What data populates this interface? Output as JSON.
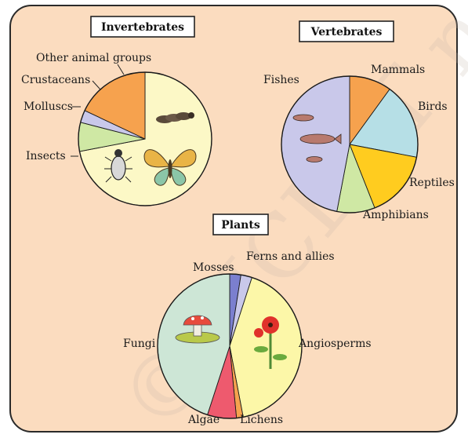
{
  "chart_data": [
    {
      "type": "pie",
      "title": "Invertebrates",
      "slices": [
        {
          "label": "Insects",
          "value": 72,
          "color": "#fcf8c6"
        },
        {
          "label": "Molluscs",
          "value": 7,
          "color": "#cfe8a4"
        },
        {
          "label": "Crustaceans",
          "value": 3,
          "color": "#c9c8ea"
        },
        {
          "label": "Other animal groups",
          "value": 18,
          "color": "#f6a24e"
        }
      ]
    },
    {
      "type": "pie",
      "title": "Vertebrates",
      "slices": [
        {
          "label": "Mammals",
          "value": 10,
          "color": "#f6a24e"
        },
        {
          "label": "Birds",
          "value": 18,
          "color": "#b6dfe6"
        },
        {
          "label": "Reptiles",
          "value": 16,
          "color": "#ffcc1f"
        },
        {
          "label": "Amphibians",
          "value": 9,
          "color": "#cfe8a4"
        },
        {
          "label": "Fishes",
          "value": 47,
          "color": "#c9c8ea"
        }
      ]
    },
    {
      "type": "pie",
      "title": "Plants",
      "slices": [
        {
          "label": "Mosses",
          "value": 2.5,
          "color": "#7b7fcf"
        },
        {
          "label": "Ferns and allies",
          "value": 2.5,
          "color": "#c9c8ea"
        },
        {
          "label": "Angiosperms",
          "value": 42,
          "color": "#fcf7a8"
        },
        {
          "label": "Lichens",
          "value": 1.5,
          "color": "#f6a24e"
        },
        {
          "label": "Algae",
          "value": 6.5,
          "color": "#ee5a6e"
        },
        {
          "label": "Fungi",
          "value": 45,
          "color": "#cde6d6"
        }
      ]
    }
  ],
  "watermark": "© NCERT not to be republished"
}
